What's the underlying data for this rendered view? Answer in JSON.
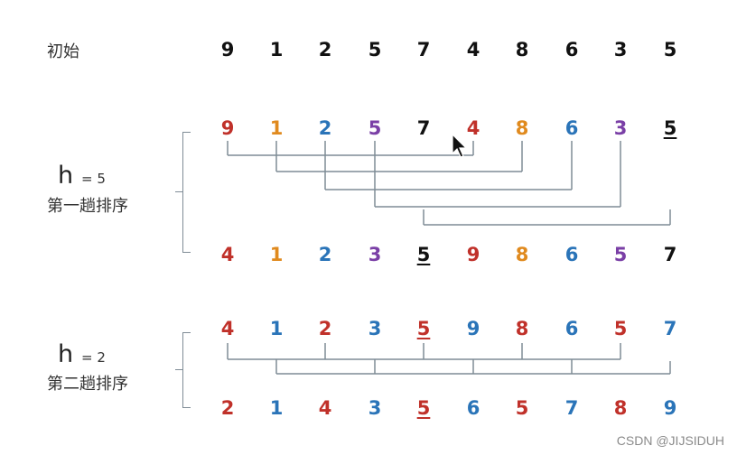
{
  "colors": {
    "red": "#c0312a",
    "orange": "#e08a1e",
    "blue": "#2a74b8",
    "purple": "#7a3fa6",
    "black": "#111111",
    "line": "#7f8c96"
  },
  "labels": {
    "initial": "初始",
    "pass1_h": "h",
    "pass1_eq": "= 5",
    "pass1_name": "第一趟排序",
    "pass2_h": "h",
    "pass2_eq": "= 2",
    "pass2_name": "第二趟排序"
  },
  "rows": [
    {
      "values": [
        "9",
        "1",
        "2",
        "5",
        "7",
        "4",
        "8",
        "6",
        "3",
        "5"
      ],
      "colors": [
        "black",
        "black",
        "black",
        "black",
        "black",
        "black",
        "black",
        "black",
        "black",
        "black"
      ],
      "underline": -1
    },
    {
      "values": [
        "9",
        "1",
        "2",
        "5",
        "7",
        "4",
        "8",
        "6",
        "3",
        "5"
      ],
      "colors": [
        "red",
        "orange",
        "blue",
        "purple",
        "black",
        "red",
        "orange",
        "blue",
        "purple",
        "black"
      ],
      "underline": 9
    },
    {
      "values": [
        "4",
        "1",
        "2",
        "3",
        "5",
        "9",
        "8",
        "6",
        "5",
        "7"
      ],
      "colors": [
        "red",
        "orange",
        "blue",
        "purple",
        "black",
        "red",
        "orange",
        "blue",
        "purple",
        "black"
      ],
      "underline": 4
    },
    {
      "values": [
        "4",
        "1",
        "2",
        "3",
        "5",
        "9",
        "8",
        "6",
        "5",
        "7"
      ],
      "colors": [
        "red",
        "blue",
        "red",
        "blue",
        "red",
        "blue",
        "red",
        "blue",
        "red",
        "blue"
      ],
      "underline": 4
    },
    {
      "values": [
        "2",
        "1",
        "4",
        "3",
        "5",
        "6",
        "5",
        "7",
        "8",
        "9"
      ],
      "colors": [
        "red",
        "blue",
        "red",
        "blue",
        "red",
        "blue",
        "red",
        "blue",
        "red",
        "blue"
      ],
      "underline": 4
    }
  ],
  "watermark": "CSDN @JIJSIDUH"
}
